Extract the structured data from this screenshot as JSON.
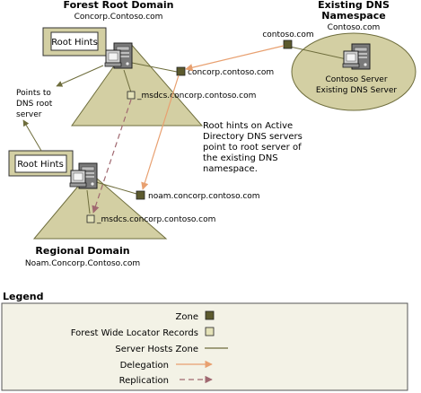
{
  "forest_root": {
    "title": "Forest Root Domain",
    "subtitle": "Concorp.Contoso.com",
    "root_hints": "Root Hints",
    "zone_label": "concorp.contoso.com",
    "msdcs_label": "_msdcs.concorp.contoso.com"
  },
  "existing_dns": {
    "title_line1": "Existing DNS",
    "title_line2": "Namespace",
    "subtitle": "Contoso.com",
    "zone_label": "contoso.com",
    "server_line1": "Contoso Server",
    "server_line2": "Existing DNS Server"
  },
  "points_to": {
    "line1": "Points to",
    "line2": "DNS root",
    "line3": "server"
  },
  "note": {
    "line1": "Root hints on Active",
    "line2": "Directory DNS servers",
    "line3": "point to root server of",
    "line4": "the existing DNS",
    "line5": "namespace."
  },
  "regional": {
    "root_hints": "Root Hints",
    "zone_label": "noam.concorp.contoso.com",
    "msdcs_label": "_msdcs.concorp.contoso.com",
    "title": "Regional Domain",
    "subtitle": "Noam.Concorp.Contoso.com"
  },
  "legend": {
    "title": "Legend",
    "items": [
      {
        "label": "Zone",
        "symbol": "dark-square"
      },
      {
        "label": "Forest Wide Locator Records",
        "symbol": "light-square"
      },
      {
        "label": "Server Hosts Zone",
        "symbol": "olive-line"
      },
      {
        "label": "Delegation",
        "symbol": "orange-arrow"
      },
      {
        "label": "Replication",
        "symbol": "dashed-arrow"
      }
    ]
  },
  "colors": {
    "triangle_fill": "#d3cfa3",
    "ellipse_fill": "#d3cfa3",
    "zone_square": "#5c5a2e",
    "locator_square": "#e4e2b8",
    "server_line": "#6e6d3c",
    "delegation": "#e8a070",
    "replication": "#a06870",
    "legend_bg": "#f3f2e6"
  }
}
